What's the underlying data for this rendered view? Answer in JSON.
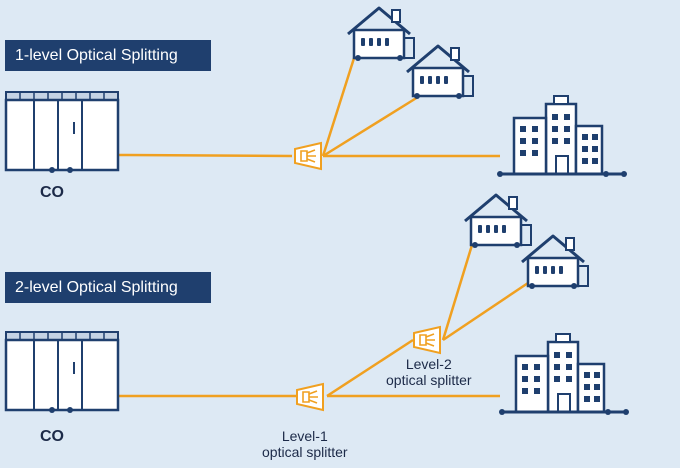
{
  "sections": [
    {
      "title": "1-level Optical Splitting",
      "co_label": "CO"
    },
    {
      "title": "2-level Optical Splitting",
      "co_label": "CO"
    }
  ],
  "splitters": {
    "level1": {
      "line1": "Level-1",
      "line2": "optical splitter"
    },
    "level2": {
      "line1": "Level-2",
      "line2": "optical splitter"
    }
  },
  "colors": {
    "background": "#dde9f4",
    "title_box": "#1f3f6e",
    "equipment": "#1f3f6e",
    "fiber": "#f0a020"
  },
  "icons": [
    "server-rack-icon",
    "optical-splitter-icon",
    "house-icon",
    "office-building-icon"
  ]
}
